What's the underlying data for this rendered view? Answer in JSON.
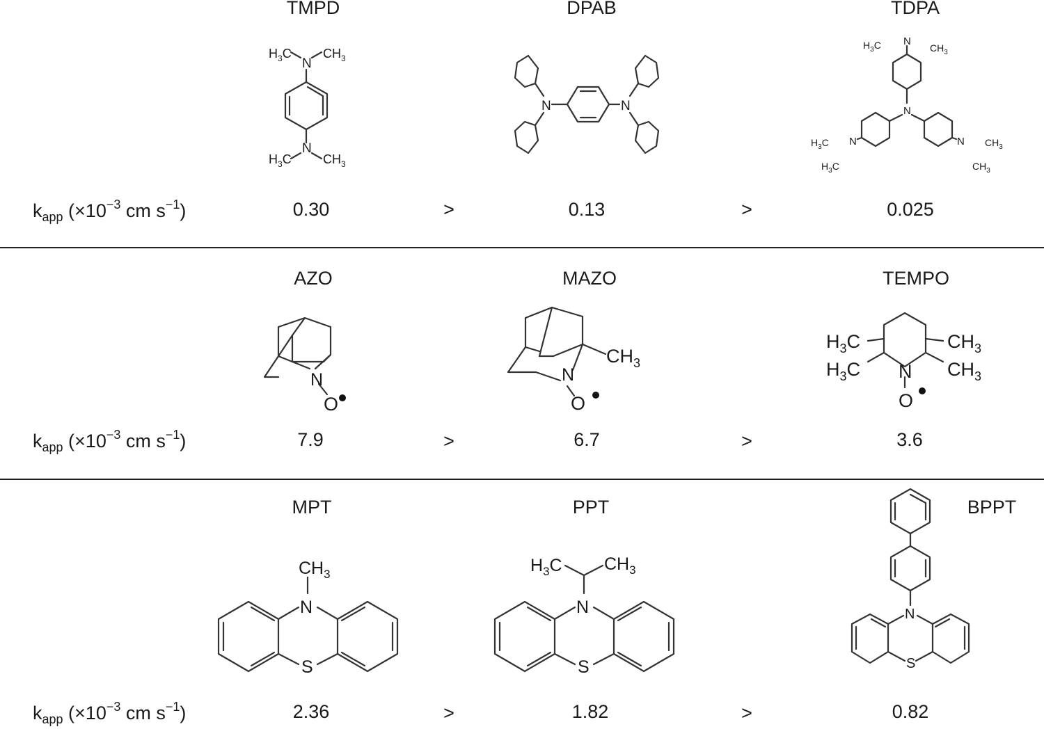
{
  "rows": [
    {
      "compounds": [
        {
          "name": "TMPD",
          "value": "0.30"
        },
        {
          "name": "DPAB",
          "value": "0.13"
        },
        {
          "name": "TDPA",
          "value": "0.025"
        }
      ]
    },
    {
      "compounds": [
        {
          "name": "AZO",
          "value": "7.9"
        },
        {
          "name": "MAZO",
          "value": "6.7"
        },
        {
          "name": "TEMPO",
          "value": "3.6"
        }
      ]
    },
    {
      "compounds": [
        {
          "name": "MPT",
          "value": "2.36"
        },
        {
          "name": "PPT",
          "value": "1.82"
        },
        {
          "name": "BPPT",
          "value": "0.82"
        }
      ]
    }
  ],
  "k_label": {
    "k": "k",
    "sub": "app",
    "prefix": " (×10",
    "exp": "−3",
    "unit": " cm s",
    "unit_exp": "−1",
    "close": ")"
  },
  "comparator": ">",
  "atoms": {
    "N": "N",
    "O": "O",
    "S": "S",
    "H3C": "H3C",
    "CH3": "CH3"
  }
}
